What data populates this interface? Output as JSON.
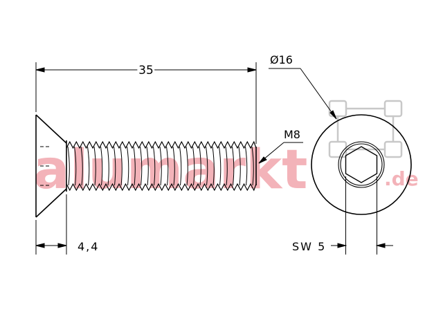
{
  "drawing": {
    "length_label": "35",
    "head_diameter_label": "Ø16",
    "thread_label": "M8",
    "head_height_label": "4,4",
    "socket_size_label": "SW 5"
  },
  "watermark": {
    "text": "alumarkt",
    "suffix": ".de"
  },
  "colors": {
    "line": "#000000",
    "watermark": "#f2a6ad",
    "logo": "#c8c8c8"
  }
}
